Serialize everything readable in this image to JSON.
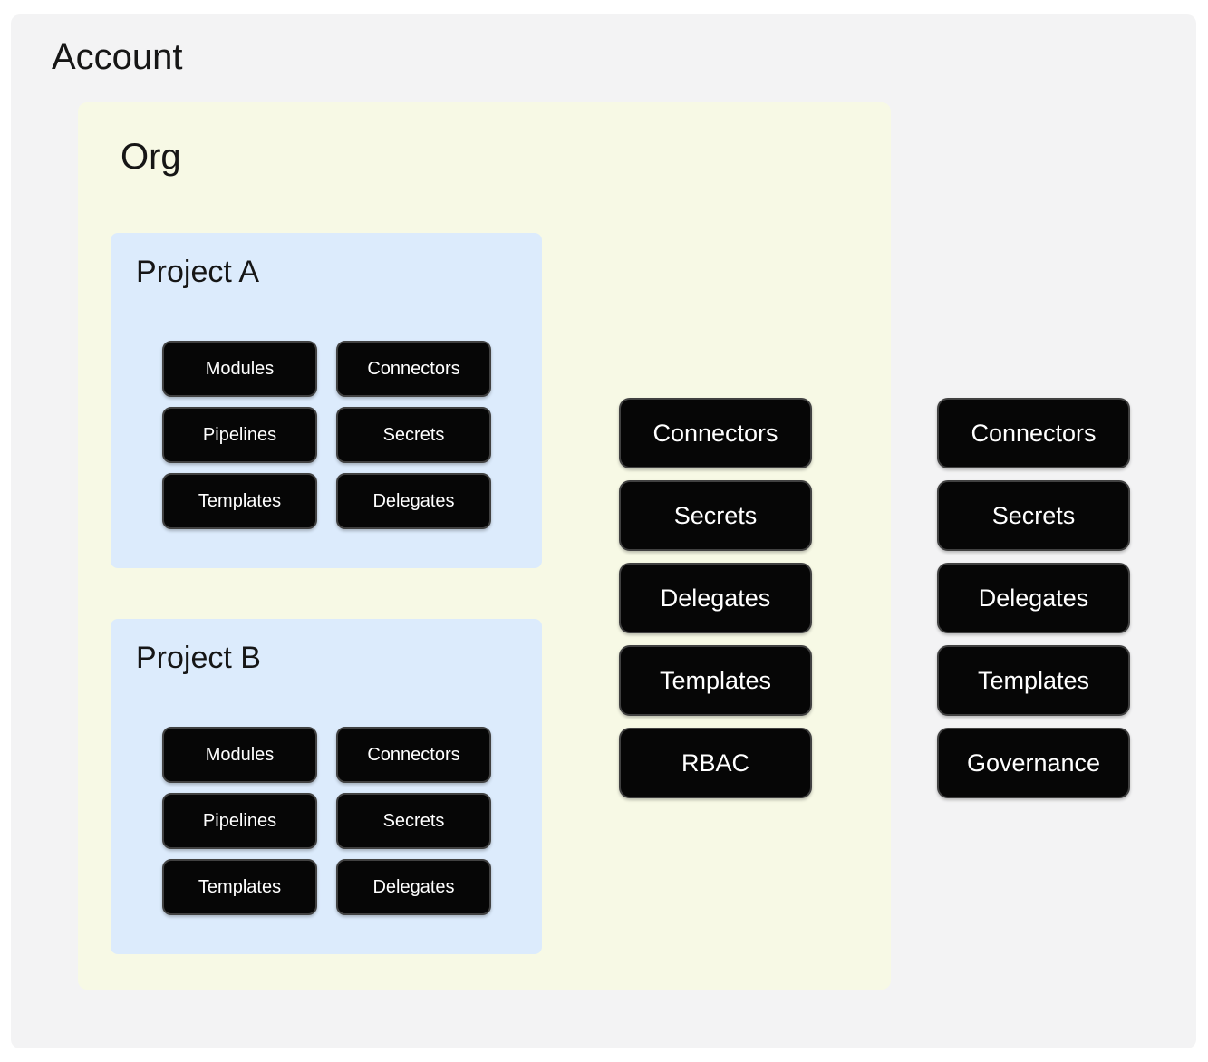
{
  "account": {
    "title": "Account",
    "resources": [
      "Connectors",
      "Secrets",
      "Delegates",
      "Templates",
      "Governance"
    ],
    "org": {
      "title": "Org",
      "resources": [
        "Connectors",
        "Secrets",
        "Delegates",
        "Templates",
        "RBAC"
      ],
      "projects": [
        {
          "title": "Project A",
          "items": [
            "Modules",
            "Connectors",
            "Pipelines",
            "Secrets",
            "Templates",
            "Delegates"
          ]
        },
        {
          "title": "Project B",
          "items": [
            "Modules",
            "Connectors",
            "Pipelines",
            "Secrets",
            "Templates",
            "Delegates"
          ]
        }
      ]
    }
  },
  "colors": {
    "page_bg": "#ffffff",
    "account_bg": "#f3f3f4",
    "org_bg": "#f7f9e5",
    "project_bg": "#dcebfc",
    "pill_bg": "#060606",
    "pill_border": "#414141",
    "pill_text": "#ffffff",
    "heading_text": "#161616"
  }
}
